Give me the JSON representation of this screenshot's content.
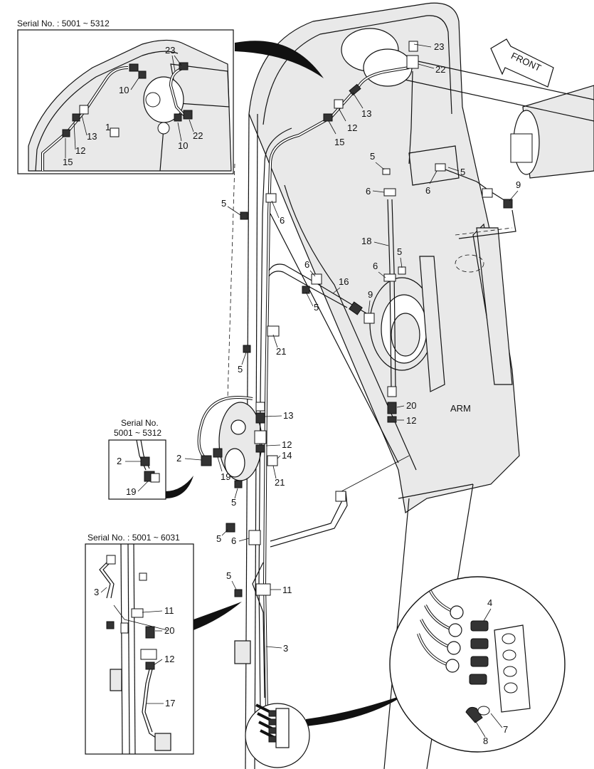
{
  "insets": {
    "top_left": {
      "serial": "Serial No. : 5001 ~ 5312"
    },
    "middle_left": {
      "serial_line1": "Serial No.",
      "serial_line2": "5001 ~ 5312"
    },
    "bottom_left": {
      "serial": "Serial No. : 5001 ~ 6031"
    }
  },
  "front_arrow": {
    "label": "FRONT"
  },
  "arm_label": "ARM",
  "part_labels": {
    "tl_23": "23",
    "tl_10a": "10",
    "tl_1": "1",
    "tl_13": "13",
    "tl_12": "12",
    "tl_15": "15",
    "tl_10b": "10",
    "tl_22": "22",
    "m_23": "23",
    "m_22": "22",
    "m_13": "13",
    "m_12": "12",
    "m_15": "15",
    "m_5a": "5",
    "m_5b": "5",
    "m_6a": "6",
    "m_6b": "6",
    "m_9a": "9",
    "m_5c": "5",
    "m_6c": "6",
    "m_18": "18",
    "m_5d": "5",
    "m_6d": "6",
    "m_6e": "6",
    "m_16": "16",
    "m_9b": "9",
    "m_5e": "5",
    "m_21a": "21",
    "m_5f": "5",
    "m_13b": "13",
    "m_20": "20",
    "m_12b": "12",
    "m_12c": "12",
    "m_14": "14",
    "m_2": "2",
    "m_19": "19",
    "m_21b": "21",
    "m_5g": "5",
    "m_5h": "5",
    "m_6f": "6",
    "m_5i": "5",
    "m_11": "11",
    "m_3": "3",
    "ml_2": "2",
    "ml_19": "19",
    "bl_3": "3",
    "bl_11": "11",
    "bl_20": "20",
    "bl_12": "12",
    "bl_17": "17",
    "c_4": "4",
    "c_7": "7",
    "c_8": "8"
  }
}
